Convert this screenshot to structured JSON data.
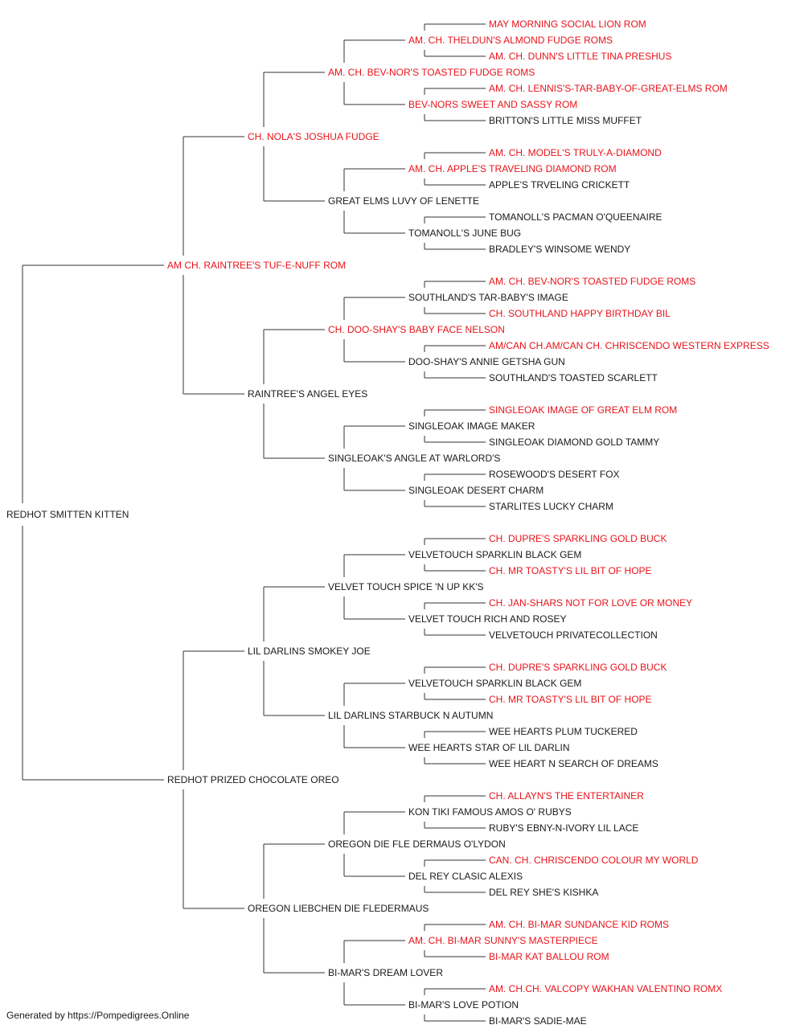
{
  "colors": {
    "champion": "#e8131a",
    "normal": "#1a1a1a",
    "line": "#333333"
  },
  "pedigree": {
    "subject": {
      "name": "REDHOT SMITTEN KITTEN",
      "champion": false
    },
    "sire": {
      "name": "AM CH. RAINTREE'S TUF-E-NUFF ROM",
      "champion": true
    },
    "dam": {
      "name": "REDHOT PRIZED CHOCOLATE OREO",
      "champion": false
    },
    "gen2": [
      {
        "name": "CH. NOLA'S JOSHUA FUDGE",
        "champion": true
      },
      {
        "name": "RAINTREE'S ANGEL EYES",
        "champion": false
      },
      {
        "name": "LIL DARLINS SMOKEY JOE",
        "champion": false
      },
      {
        "name": "OREGON LIEBCHEN DIE FLEDERMAUS",
        "champion": false
      }
    ],
    "gen3": [
      {
        "name": "AM. CH. BEV-NOR'S TOASTED FUDGE ROMS",
        "champion": true
      },
      {
        "name": "GREAT ELMS LUVY OF LENETTE",
        "champion": false
      },
      {
        "name": "CH. DOO-SHAY'S BABY FACE NELSON",
        "champion": true
      },
      {
        "name": "SINGLEOAK'S ANGLE AT WARLORD'S",
        "champion": false
      },
      {
        "name": "VELVET TOUCH SPICE 'N UP KK'S",
        "champion": false
      },
      {
        "name": "LIL DARLINS STARBUCK N AUTUMN",
        "champion": false
      },
      {
        "name": "OREGON DIE FLE DERMAUS O'LYDON",
        "champion": false
      },
      {
        "name": "BI-MAR'S DREAM LOVER",
        "champion": false
      }
    ],
    "gen4": [
      {
        "name": "AM. CH. THELDUN'S ALMOND FUDGE ROMS",
        "champion": true
      },
      {
        "name": "BEV-NORS SWEET AND SASSY ROM",
        "champion": true
      },
      {
        "name": "AM. CH. APPLE'S TRAVELING DIAMOND ROM",
        "champion": true
      },
      {
        "name": "TOMANOLL'S JUNE BUG",
        "champion": false
      },
      {
        "name": "SOUTHLAND'S TAR-BABY'S IMAGE",
        "champion": false
      },
      {
        "name": "DOO-SHAY'S ANNIE GETSHA GUN",
        "champion": false
      },
      {
        "name": "SINGLEOAK IMAGE MAKER",
        "champion": false
      },
      {
        "name": "SINGLEOAK DESERT CHARM",
        "champion": false
      },
      {
        "name": "VELVETOUCH SPARKLIN BLACK GEM",
        "champion": false
      },
      {
        "name": "VELVET TOUCH RICH AND ROSEY",
        "champion": false
      },
      {
        "name": "VELVETOUCH SPARKLIN BLACK GEM",
        "champion": false
      },
      {
        "name": "WEE HEARTS STAR OF LIL DARLIN",
        "champion": false
      },
      {
        "name": "KON TIKI FAMOUS AMOS O' RUBYS",
        "champion": false
      },
      {
        "name": "DEL REY CLASIC ALEXIS",
        "champion": false
      },
      {
        "name": "AM. CH. BI-MAR SUNNY'S MASTERPIECE",
        "champion": true
      },
      {
        "name": "BI-MAR'S LOVE POTION",
        "champion": false
      }
    ],
    "gen5": [
      {
        "name": "MAY MORNING SOCIAL LION ROM",
        "champion": true
      },
      {
        "name": "AM. CH. DUNN'S LITTLE TINA PRESHUS",
        "champion": true
      },
      {
        "name": "AM. CH. LENNIS'S-TAR-BABY-OF-GREAT-ELMS ROM",
        "champion": true
      },
      {
        "name": "BRITTON'S LITTLE MISS MUFFET",
        "champion": false
      },
      {
        "name": "AM. CH. MODEL'S TRULY-A-DIAMOND",
        "champion": true
      },
      {
        "name": "APPLE'S TRVELING CRICKETT",
        "champion": false
      },
      {
        "name": "TOMANOLL'S PACMAN O'QUEENAIRE",
        "champion": false
      },
      {
        "name": "BRADLEY'S WINSOME WENDY",
        "champion": false
      },
      {
        "name": "AM. CH. BEV-NOR'S TOASTED FUDGE ROMS",
        "champion": true
      },
      {
        "name": "CH. SOUTHLAND HAPPY BIRTHDAY BIL",
        "champion": true
      },
      {
        "name": "AM/CAN CH.AM/CAN CH. CHRISCENDO WESTERN EXPRESS",
        "champion": true
      },
      {
        "name": "SOUTHLAND'S TOASTED SCARLETT",
        "champion": false
      },
      {
        "name": "SINGLEOAK IMAGE OF GREAT ELM ROM",
        "champion": true
      },
      {
        "name": "SINGLEOAK DIAMOND GOLD TAMMY",
        "champion": false
      },
      {
        "name": "ROSEWOOD'S DESERT FOX",
        "champion": false
      },
      {
        "name": "STARLITES LUCKY CHARM",
        "champion": false
      },
      {
        "name": "CH. DUPRE'S SPARKLING GOLD BUCK",
        "champion": true
      },
      {
        "name": "CH. MR TOASTY'S LIL BIT OF HOPE",
        "champion": true
      },
      {
        "name": "CH. JAN-SHARS NOT FOR LOVE OR MONEY",
        "champion": true
      },
      {
        "name": "VELVETOUCH PRIVATECOLLECTION",
        "champion": false
      },
      {
        "name": "CH. DUPRE'S SPARKLING GOLD BUCK",
        "champion": true
      },
      {
        "name": "CH. MR TOASTY'S LIL BIT OF HOPE",
        "champion": true
      },
      {
        "name": "WEE HEARTS PLUM TUCKERED",
        "champion": false
      },
      {
        "name": "WEE HEART N SEARCH OF DREAMS",
        "champion": false
      },
      {
        "name": "CH. ALLAYN'S THE ENTERTAINER",
        "champion": true
      },
      {
        "name": "RUBY'S EBNY-N-IVORY LIL LACE",
        "champion": false
      },
      {
        "name": "CAN. CH. CHRISCENDO COLOUR MY WORLD",
        "champion": true
      },
      {
        "name": "DEL REY SHE'S KISHKA",
        "champion": false
      },
      {
        "name": "AM. CH. BI-MAR SUNDANCE KID ROMS",
        "champion": true
      },
      {
        "name": "BI-MAR KAT BALLOU ROM",
        "champion": true
      },
      {
        "name": "AM. CH.CH. VALCOPY WAKHAN VALENTINO ROMX",
        "champion": true
      },
      {
        "name": "BI-MAR'S SADIE-MAE",
        "champion": false
      }
    ]
  },
  "footer": "Generated by https://Pompedigrees.Online"
}
